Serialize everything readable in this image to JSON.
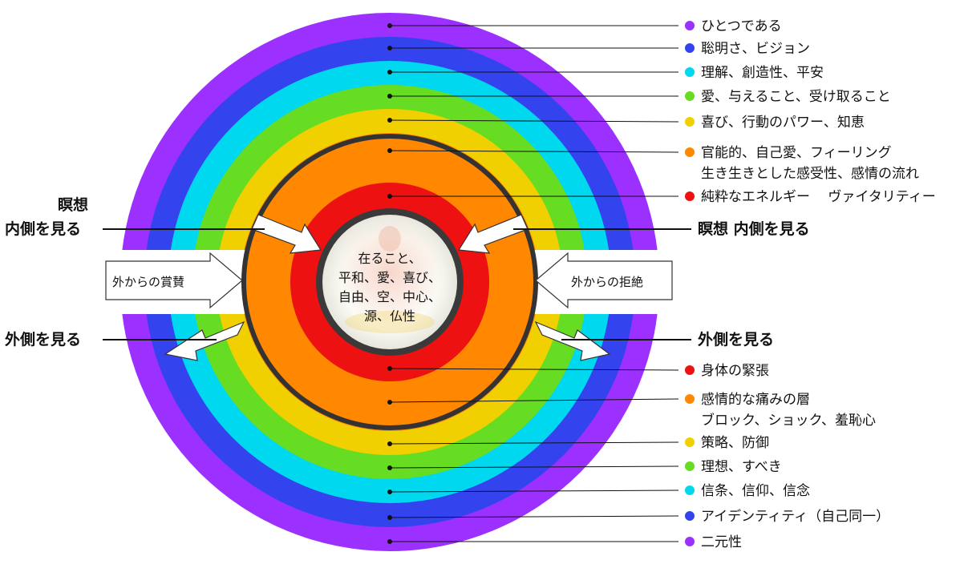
{
  "center": {
    "lines": [
      "在ること、",
      "平和、愛、喜び、",
      "自由、空、中心、",
      "源、仏性"
    ]
  },
  "side_labels": {
    "meditation_left_1": "瞑想",
    "meditation_left_2": "内側を見る",
    "meditation_right": "瞑想 内側を見る",
    "outside_left": "外側を見る",
    "outside_right": "外側を見る",
    "praise": "外からの賞賛",
    "rejection": "外からの拒絶"
  },
  "top_labels": [
    {
      "lines": [
        "ひとつである"
      ],
      "color": "#9b30ff"
    },
    {
      "lines": [
        "聡明さ、ビジョン"
      ],
      "color": "#3344ee"
    },
    {
      "lines": [
        "理解、創造性、平安"
      ],
      "color": "#00d8f0"
    },
    {
      "lines": [
        "愛、与えること、受け取ること"
      ],
      "color": "#66dd22"
    },
    {
      "lines": [
        "喜び、行動のパワー、知恵"
      ],
      "color": "#f0d000"
    },
    {
      "lines": [
        "官能的、自己愛、フィーリング",
        "生き生きとした感受性、感情の流れ"
      ],
      "color": "#ff8800"
    },
    {
      "lines": [
        "純粋なエネルギー　 ヴァイタリティー"
      ],
      "color": "#ee1111"
    }
  ],
  "bottom_labels": [
    {
      "lines": [
        "身体の緊張"
      ],
      "color": "#ee1111"
    },
    {
      "lines": [
        "感情的な痛みの層",
        "ブロック、ショック、羞恥心"
      ],
      "color": "#ff8800"
    },
    {
      "lines": [
        "策略、防御"
      ],
      "color": "#f0d000"
    },
    {
      "lines": [
        "理想、すべき"
      ],
      "color": "#66dd22"
    },
    {
      "lines": [
        "信条、信仰、信念"
      ],
      "color": "#00d8f0"
    },
    {
      "lines": [
        "アイデンティティ（自己同一）"
      ],
      "color": "#3344ee"
    },
    {
      "lines": [
        "二元性"
      ],
      "color": "#9b30ff"
    }
  ],
  "ring_colors": [
    "#9b30ff",
    "#3344ee",
    "#00d8f0",
    "#66dd22",
    "#f0d000",
    "#ff8800",
    "#ee1111"
  ]
}
